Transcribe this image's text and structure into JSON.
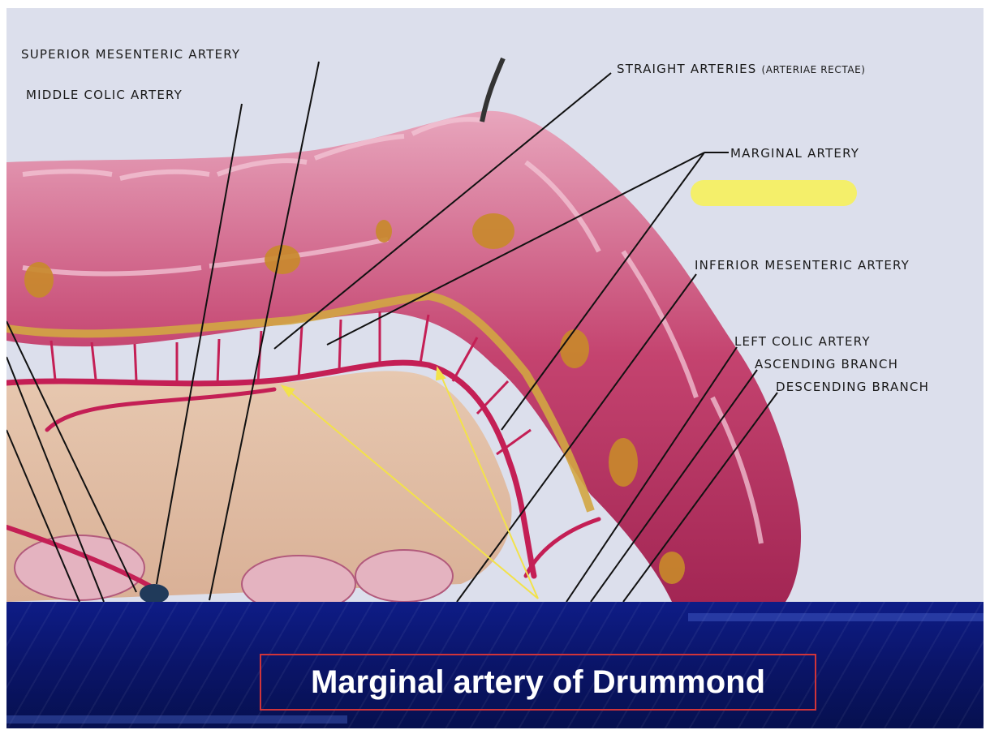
{
  "labels": {
    "superior_mesenteric": "SUPERIOR MESENTERIC ARTERY",
    "middle_colic": "MIDDLE COLIC ARTERY",
    "straight_arteries": "STRAIGHT ARTERIES",
    "arteriae_rectae": "(ARTERIAE RECTAE)",
    "marginal": "MARGINAL ARTERY",
    "inferior_mesenteric": "INFERIOR MESENTERIC ARTERY",
    "left_colic": "LEFT COLIC ARTERY",
    "ascending": "ASCENDING BRANCH",
    "descending": "DESCENDING BRANCH"
  },
  "title": "Marginal artery of Drummond",
  "colors": {
    "highlight": "#f4ef6a",
    "arrow": "#f2e24a",
    "banner": "#0c1878",
    "title_border": "#d0343a"
  }
}
